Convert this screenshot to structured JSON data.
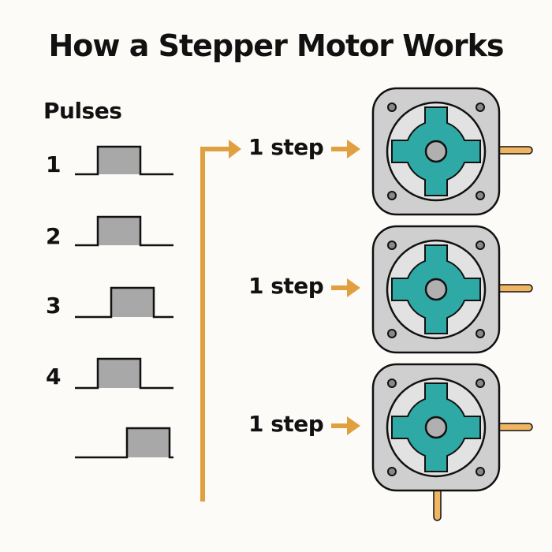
{
  "title": "How a Stepper Motor Works",
  "pulses": {
    "label": "Pulses",
    "items": [
      {
        "number": "1"
      },
      {
        "number": "2"
      },
      {
        "number": "3"
      },
      {
        "number": "4"
      },
      {
        "number": ""
      }
    ]
  },
  "steps": [
    {
      "label": "1 step"
    },
    {
      "label": "1 step"
    },
    {
      "label": "1 step"
    }
  ],
  "colors": {
    "accent_orange": "#e0a040",
    "rotor_teal": "#2fa9a6",
    "motor_gray": "#cfcfcf",
    "pulse_fill": "#a8a8a8",
    "outline": "#111111"
  }
}
